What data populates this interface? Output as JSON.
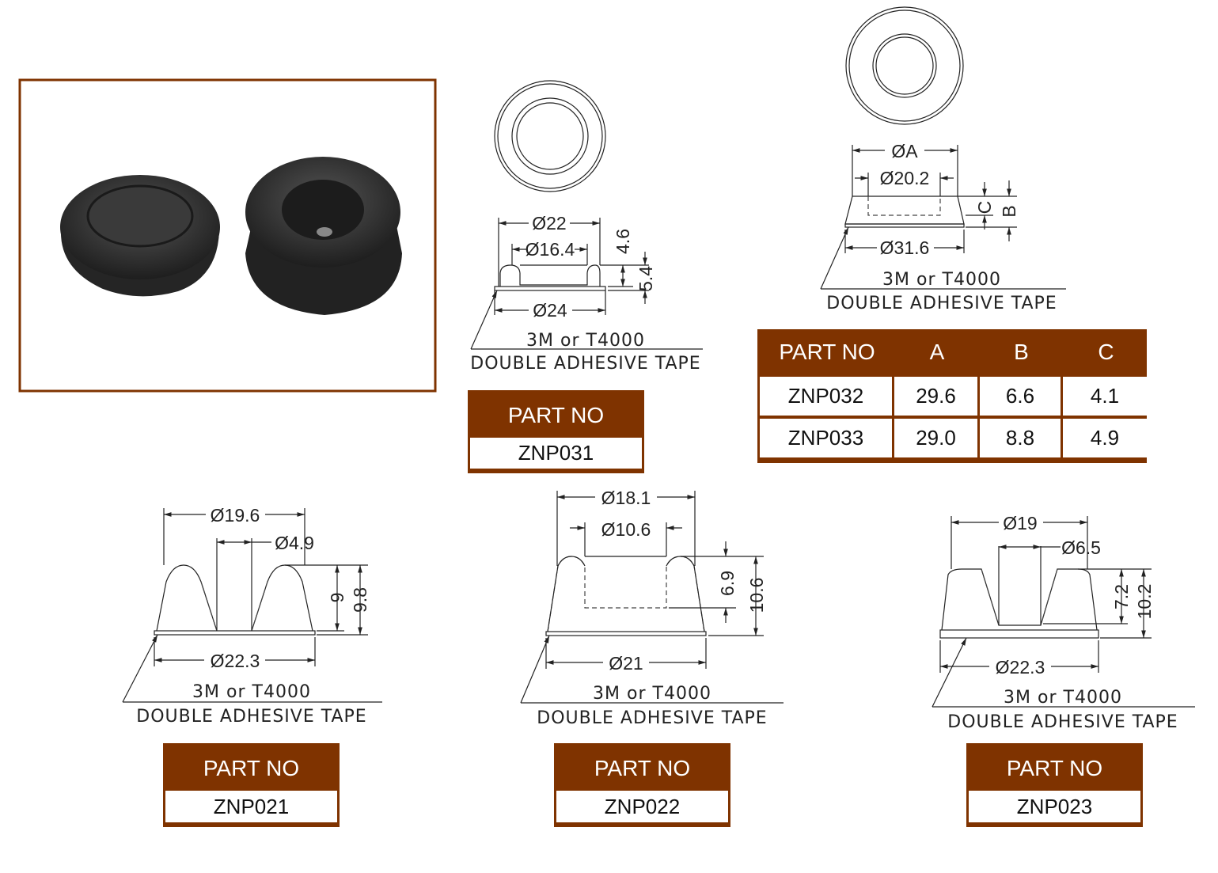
{
  "colors": {
    "brand": "#7f3300",
    "rubber": "#2b2b2b"
  },
  "photo": {
    "icon": "rubber-feet-photo"
  },
  "tape": {
    "line1": "3M  or  T4000",
    "line2": "DOUBLE  ADHESIVE  TAPE"
  },
  "part_no_label": "PART NO",
  "znp031": {
    "d_outer": "Ø22",
    "d_inner": "Ø16.4",
    "d_base": "Ø24",
    "h1": "4.6",
    "h2": "5.4",
    "part": "ZNP031"
  },
  "znp032_033": {
    "d_a": "ØA",
    "d_inner": "Ø20.2",
    "d_base": "Ø31.6",
    "c": "C",
    "b": "B",
    "table": {
      "headers": [
        "PART NO",
        "A",
        "B",
        "C"
      ],
      "rows": [
        [
          "ZNP032",
          "29.6",
          "6.6",
          "4.1"
        ],
        [
          "ZNP033",
          "29.0",
          "8.8",
          "4.9"
        ]
      ]
    }
  },
  "znp021": {
    "d_outer": "Ø19.6",
    "d_inner": "Ø4.9",
    "d_base": "Ø22.3",
    "h1": "9",
    "h2": "9.8",
    "part": "ZNP021"
  },
  "znp022": {
    "d_outer": "Ø18.1",
    "d_inner": "Ø10.6",
    "d_base": "Ø21",
    "h1": "6.9",
    "h2": "10.6",
    "part": "ZNP022"
  },
  "znp023": {
    "d_outer": "Ø19",
    "d_inner": "Ø6.5",
    "d_base": "Ø22.3",
    "h1": "7.2",
    "h2": "10.2",
    "part": "ZNP023"
  }
}
